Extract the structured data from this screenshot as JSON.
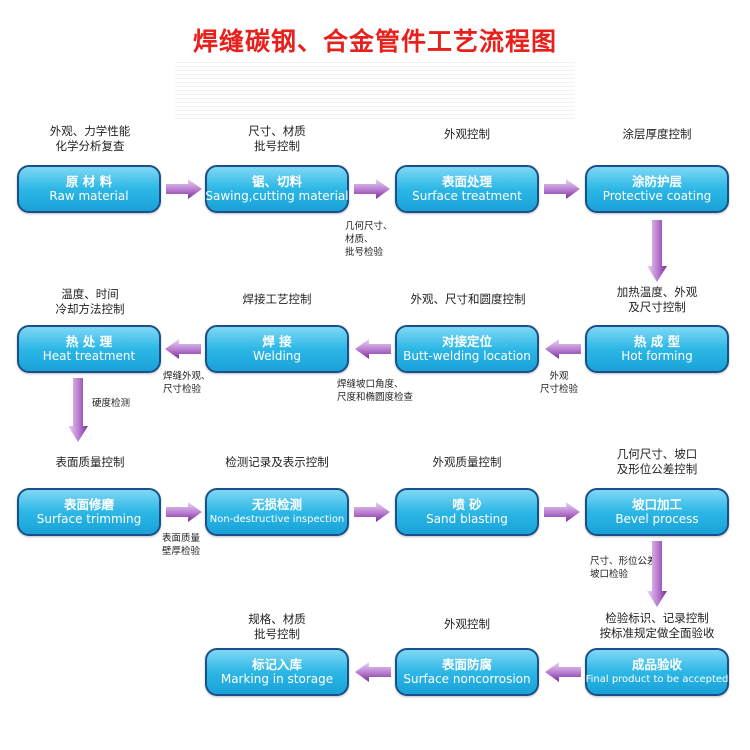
{
  "title": "焊缝碳钢、合金管件工艺流程图",
  "steps": [
    {
      "zh": "原 材 料",
      "en": "Raw material"
    },
    {
      "zh": "锯、切料",
      "en": "Sawing,cutting material"
    },
    {
      "zh": "表面处理",
      "en": "Surface treatment"
    },
    {
      "zh": "涂防护层",
      "en": "Protective coating"
    },
    {
      "zh": "热 成 型",
      "en": "Hot forming"
    },
    {
      "zh": "对接定位",
      "en": "Butt-welding location"
    },
    {
      "zh": "焊    接",
      "en": "Welding"
    },
    {
      "zh": "热 处 理",
      "en": "Heat treatment"
    },
    {
      "zh": "表面修磨",
      "en": "Surface trimming"
    },
    {
      "zh": "无损检测",
      "en": "Non-destructive inspection"
    },
    {
      "zh": "喷    砂",
      "en": "Sand blasting"
    },
    {
      "zh": "坡口加工",
      "en": "Bevel process"
    },
    {
      "zh": "成品验收",
      "en": "Final product to be accepted"
    },
    {
      "zh": "表面防腐",
      "en": "Surface noncorrosion"
    },
    {
      "zh": "标记入库",
      "en": "Marking in storage"
    }
  ],
  "controls": {
    "raw_material": [
      "外观、力学性能",
      "化学分析复查"
    ],
    "sawing": [
      "尺寸、材质",
      "批号控制"
    ],
    "surface_treatment": [
      "外观控制"
    ],
    "coating": [
      "涂层厚度控制"
    ],
    "heat_treatment": [
      "温度、时间",
      "冷却方法控制"
    ],
    "welding": [
      "焊接工艺控制"
    ],
    "butt_welding": [
      "外观、尺寸和圆度控制"
    ],
    "hot_forming": [
      "加热温度、外观",
      "及尺寸控制"
    ],
    "surface_trimming": [
      "表面质量控制"
    ],
    "ndt": [
      "检测记录及表示控制"
    ],
    "sand_blasting": [
      "外观质量控制"
    ],
    "bevel": [
      "几何尺寸、坡口",
      "及形位公差控制"
    ],
    "marking": [
      "规格、材质",
      "批号控制"
    ],
    "noncorrosion": [
      "外观控制"
    ],
    "final": [
      "检验标识、记录控制",
      "按标准规定做全面验收"
    ]
  },
  "checks": {
    "after_sawing": [
      "几何尺寸、",
      "材质、",
      "批号检验"
    ],
    "after_welding": [
      "焊缝外观、",
      "尺寸检验"
    ],
    "after_butt": [
      "焊缝坡口角度、",
      "尺度和椭圆度检查"
    ],
    "after_hot_forming": [
      "外观",
      "尺寸检验"
    ],
    "after_heat": [
      "硬度检测"
    ],
    "after_trimming": [
      "表面质量",
      "壁厚检验"
    ],
    "after_bevel": [
      "尺寸、形位公差",
      "坡口检验"
    ]
  },
  "colors": {
    "title": "#e8201c",
    "box_top": "#7fd8f4",
    "box_bottom": "#1aa2d8",
    "box_border": "#1a4f8a",
    "arrow_light": "#e3c6ef",
    "arrow_dark": "#7a2f96"
  }
}
